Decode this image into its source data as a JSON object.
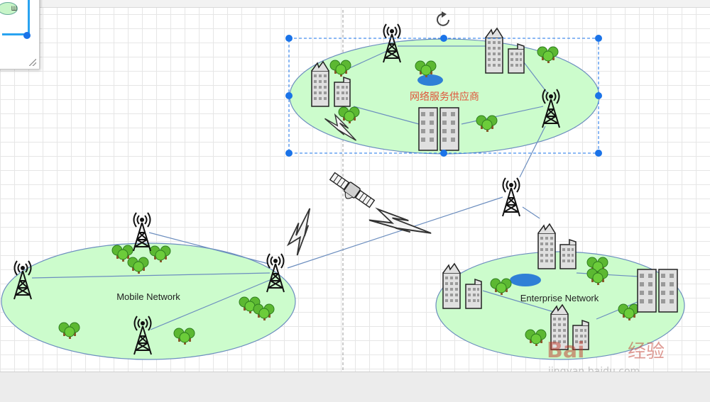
{
  "diagram": {
    "nodes": {
      "isp_network": {
        "label": "网络服务供应商"
      },
      "mobile_network": {
        "label": "Mobile Network"
      },
      "enterprise_network": {
        "label": "Enterprise Network"
      }
    }
  },
  "outline_panel": {
    "mini_text": "Ш"
  },
  "watermark": {
    "brand": "Bai",
    "brand_cn": "经验",
    "url": "jingyan.baidu.com"
  },
  "colors": {
    "cloud_fill": "#ccfccc",
    "cloud_stroke": "#6c8ebf",
    "link": "#6c8ebf",
    "selection": "#1a73e8",
    "isp_label": "#e0543a"
  },
  "icons": {
    "tower": "cell-tower-icon",
    "building": "building-icon",
    "tree": "tree-icon",
    "lake": "lake-icon",
    "satellite": "satellite-icon",
    "lightning": "lightning-icon",
    "rotate": "rotate-icon"
  }
}
